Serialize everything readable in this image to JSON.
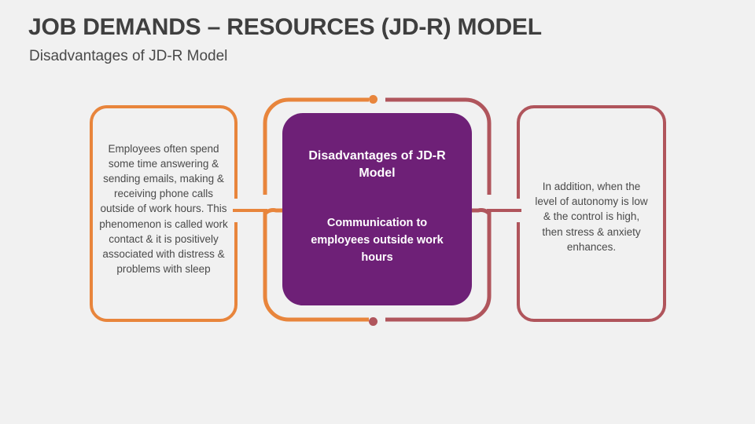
{
  "header": {
    "title": "JOB DEMANDS – RESOURCES (JD-R) MODEL",
    "subtitle": "Disadvantages of JD-R Model"
  },
  "center": {
    "title": "Disadvantages of JD-R Model",
    "body": "Communication to employees outside work hours",
    "fill_color": "#6E2077",
    "text_color": "#FFFFFF"
  },
  "cards": {
    "left": {
      "text": "Employees often spend some time answering & sending emails, making & receiving phone calls outside of work hours. This phenomenon is called work contact & it is positively associated with distress & problems with sleep",
      "accent_color": "#E8853C"
    },
    "right": {
      "text": "In addition, when the level of autonomy is low & the control is high, then stress & anxiety enhances.",
      "accent_color": "#B0555C"
    }
  },
  "ring": {
    "left_half_color": "#E8853C",
    "right_half_color": "#B0555C",
    "top_dot_color": "#E8853C",
    "bottom_dot_color": "#B0555C"
  },
  "theme": {
    "background": "#F1F1F1",
    "title_color": "#3F3F3F",
    "body_text_color": "#4A4A4A"
  }
}
